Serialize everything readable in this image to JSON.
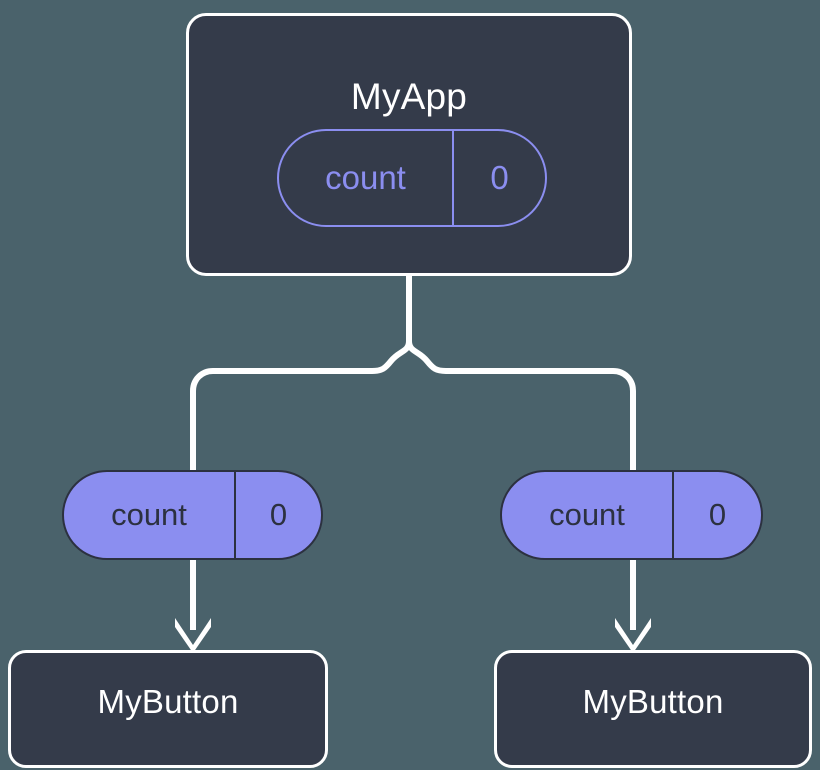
{
  "diagram": {
    "title_semantic": "state-propagation-tree",
    "background_color": "#4a626b",
    "node_fill_color": "#343b4a",
    "node_border_color": "#ffffff",
    "accent_color": "#8b8ef0",
    "pill_text_color": "#2c3140",
    "connector_color": "#ffffff"
  },
  "root": {
    "name": "MyApp",
    "state": {
      "key": "count",
      "value": "0"
    }
  },
  "branches": [
    {
      "prop": {
        "key": "count",
        "value": "0"
      },
      "child": {
        "name": "MyButton"
      }
    },
    {
      "prop": {
        "key": "count",
        "value": "0"
      },
      "child": {
        "name": "MyButton"
      }
    }
  ]
}
